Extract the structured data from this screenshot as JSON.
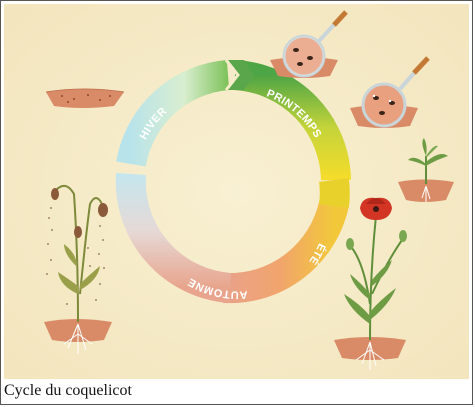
{
  "caption": "Cycle du coquelicot",
  "seasons": {
    "winter": "HIVER",
    "spring": "PRINTEMPS",
    "summer": "ÉTÉ",
    "autumn": "AUTOMNE"
  },
  "colors": {
    "background": "#f6ecc9",
    "winter": "#b9e3ea",
    "spring": "#5aa64a",
    "summer": "#f6dc2a",
    "autumn": "#e58a6a",
    "soil": "#d98b67",
    "poppy": "#d23524",
    "stem": "#5f8f3a"
  },
  "icons": [
    "magnifier-icon",
    "seed-icon",
    "poppy-flower-icon",
    "soil-mound-icon"
  ]
}
